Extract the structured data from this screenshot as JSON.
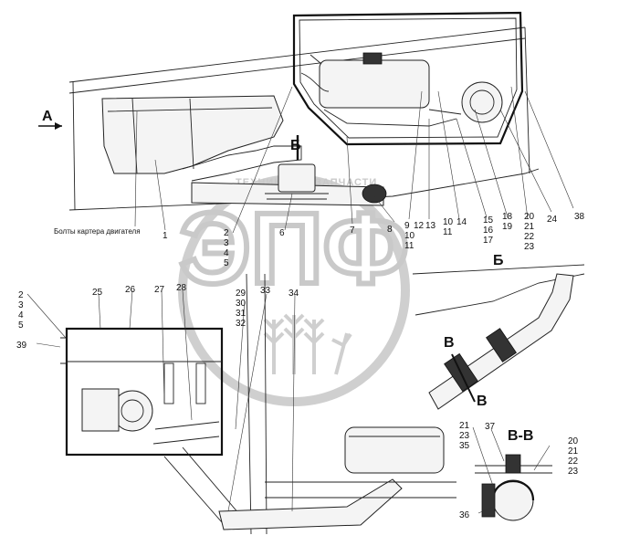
{
  "watermark": {
    "top_text": "ТЕХНИКА",
    "right_text": "ЗАПЧАСТИ",
    "logo_text": "ЭПФ"
  },
  "captions": {
    "engine_crankcase_bolts": "Болты картера двигателя"
  },
  "view_labels": {
    "view_a": "А",
    "section_b_marker": "Б",
    "view_b": "Б",
    "section_v_top": "В",
    "section_v_bottom": "В",
    "section_vv": "В-В"
  },
  "callouts": [
    "1",
    "2",
    "3",
    "4",
    "5",
    "6",
    "7",
    "8",
    "9",
    "10",
    "11",
    "12",
    "13",
    "10",
    "11",
    "14",
    "15",
    "16",
    "17",
    "18",
    "19",
    "20",
    "21",
    "22",
    "23",
    "24",
    "38",
    "2",
    "3",
    "4",
    "5",
    "25",
    "26",
    "27",
    "28",
    "29",
    "30",
    "31",
    "32",
    "33",
    "34",
    "39",
    "21",
    "23",
    "35",
    "36",
    "37",
    "20",
    "21",
    "22",
    "23"
  ]
}
